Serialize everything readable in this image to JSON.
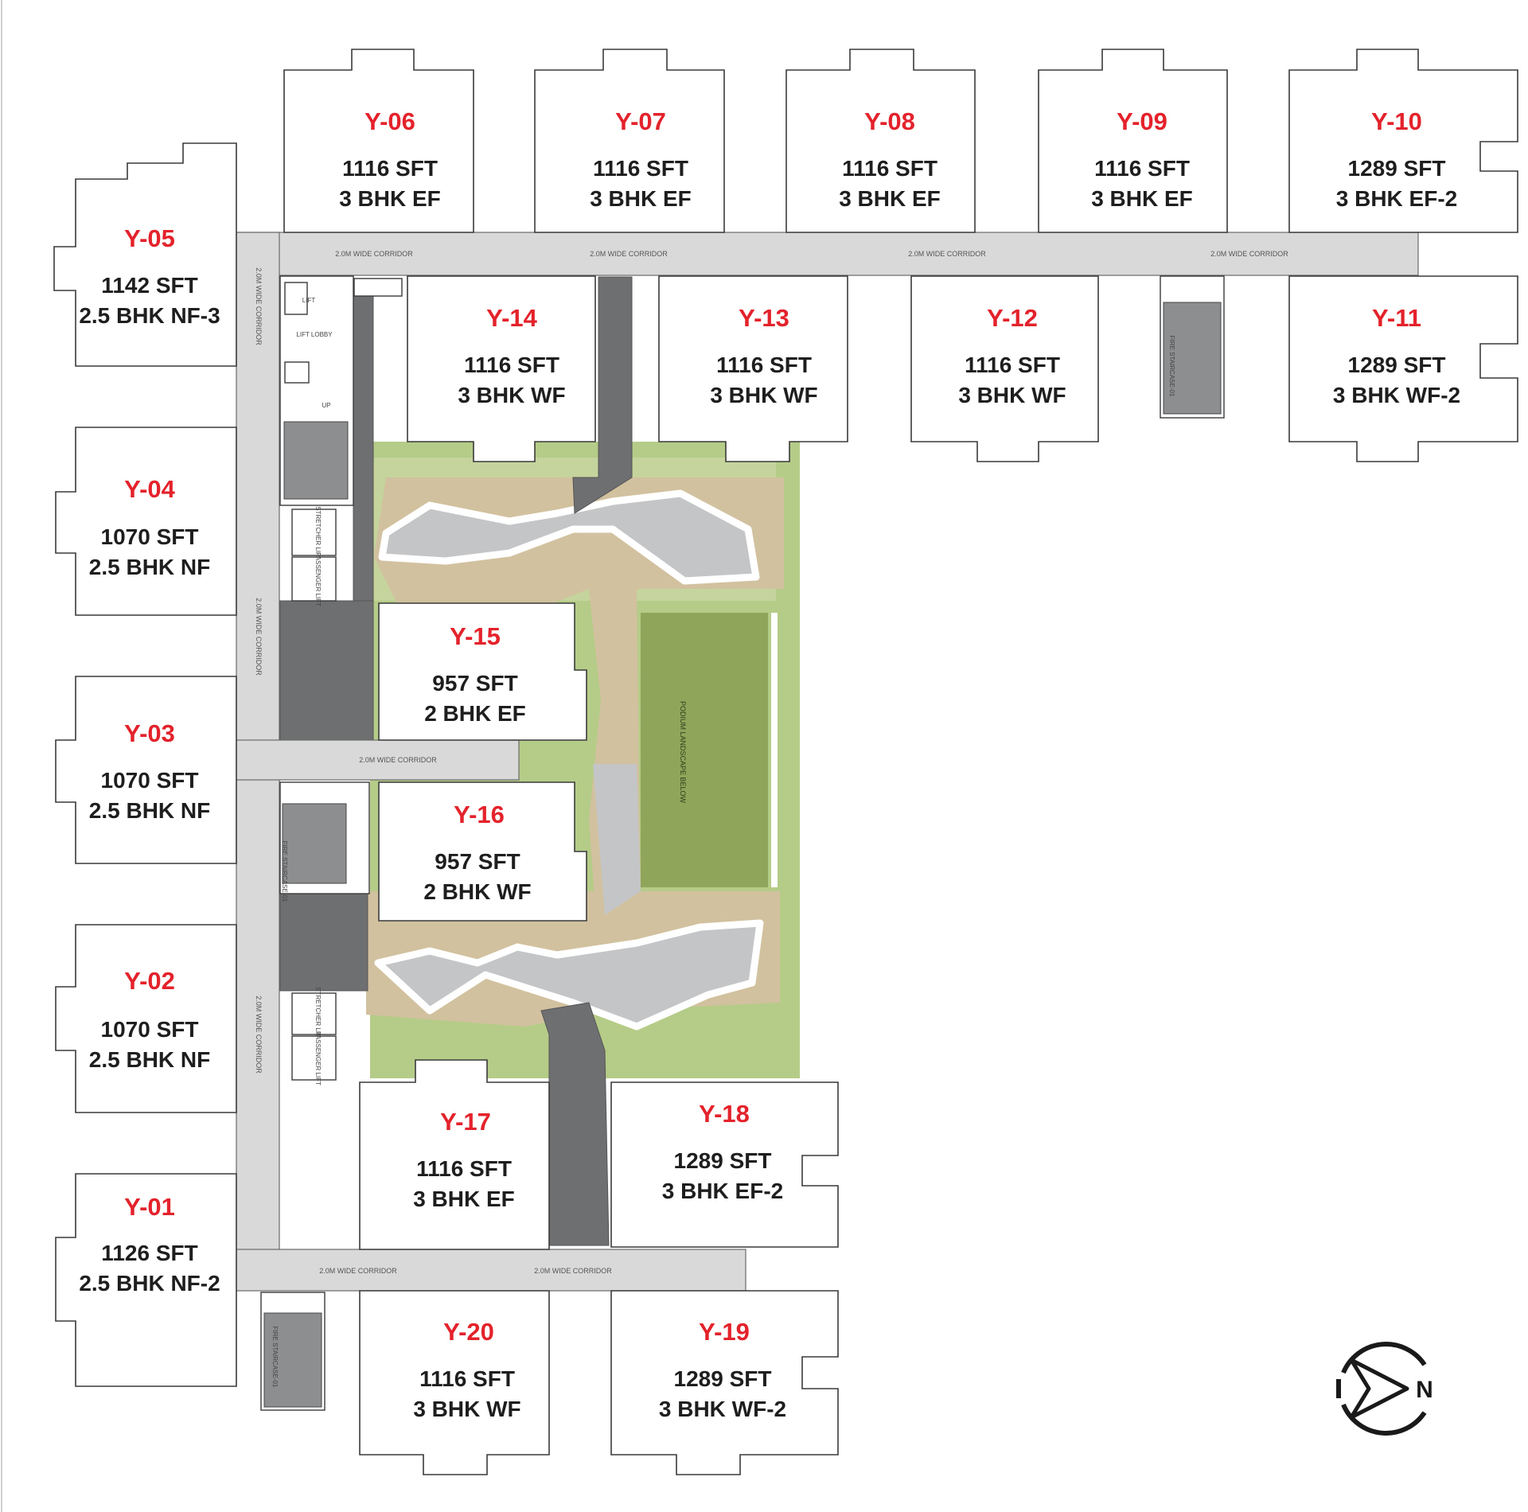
{
  "units": [
    {
      "id": "Y-01",
      "area": "1126 SFT",
      "type": "2.5 BHK NF-2"
    },
    {
      "id": "Y-02",
      "area": "1070 SFT",
      "type": "2.5 BHK NF"
    },
    {
      "id": "Y-03",
      "area": "1070 SFT",
      "type": "2.5 BHK NF"
    },
    {
      "id": "Y-04",
      "area": "1070 SFT",
      "type": "2.5 BHK NF"
    },
    {
      "id": "Y-05",
      "area": "1142 SFT",
      "type": "2.5 BHK NF-3"
    },
    {
      "id": "Y-06",
      "area": "1116 SFT",
      "type": "3 BHK EF"
    },
    {
      "id": "Y-07",
      "area": "1116 SFT",
      "type": "3 BHK EF"
    },
    {
      "id": "Y-08",
      "area": "1116 SFT",
      "type": "3 BHK EF"
    },
    {
      "id": "Y-09",
      "area": "1116 SFT",
      "type": "3 BHK EF"
    },
    {
      "id": "Y-10",
      "area": "1289 SFT",
      "type": "3 BHK EF-2"
    },
    {
      "id": "Y-11",
      "area": "1289 SFT",
      "type": "3 BHK WF-2"
    },
    {
      "id": "Y-12",
      "area": "1116 SFT",
      "type": "3 BHK WF"
    },
    {
      "id": "Y-13",
      "area": "1116 SFT",
      "type": "3 BHK WF"
    },
    {
      "id": "Y-14",
      "area": "1116 SFT",
      "type": "3 BHK WF"
    },
    {
      "id": "Y-15",
      "area": "957 SFT",
      "type": "2 BHK EF"
    },
    {
      "id": "Y-16",
      "area": "957 SFT",
      "type": "2 BHK WF"
    },
    {
      "id": "Y-17",
      "area": "1116 SFT",
      "type": "3 BHK EF"
    },
    {
      "id": "Y-18",
      "area": "1289 SFT",
      "type": "3 BHK EF-2"
    },
    {
      "id": "Y-19",
      "area": "1289 SFT",
      "type": "3 BHK WF-2"
    },
    {
      "id": "Y-20",
      "area": "1116 SFT",
      "type": "3 BHK WF"
    }
  ],
  "labels": {
    "corridor": "2.0M WIDE CORRIDOR",
    "landscape": "PODIUM LANDSCAPE BELOW",
    "fire_staircase": "FIRE STAIRCASE-01",
    "lift": "LIFT",
    "lift_lobby": "LIFT LOBBY",
    "stretcher_lift": "STRETCHER LIFT",
    "passenger_lift": "PASSENGER LIFT",
    "up": "UP",
    "compass": "N"
  },
  "colors": {
    "unit_id": "#e3222b",
    "text": "#1e1e1e",
    "corridor": "#d9d9d9",
    "lawn": "#b4cc87",
    "grass": "#8fa65a",
    "sand": "#d2c19f",
    "dark_paving": "#6e6f71"
  },
  "icons": [
    "north-compass-icon"
  ]
}
